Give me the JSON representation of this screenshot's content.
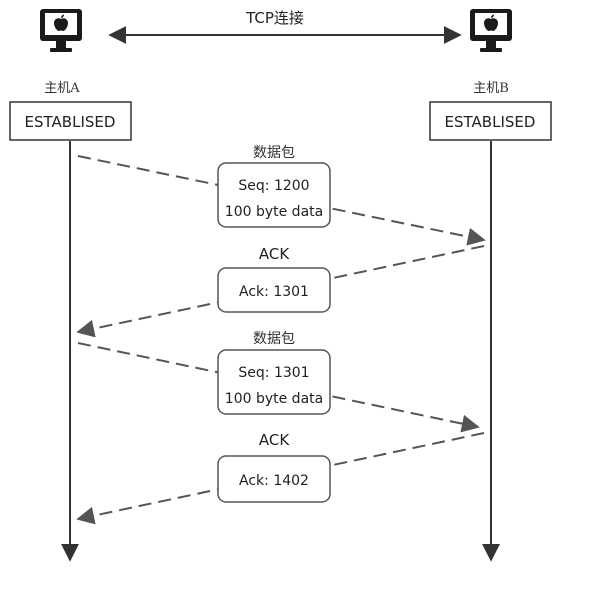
{
  "connection": {
    "label": "TCP连接"
  },
  "hosts": [
    {
      "name": "主机A",
      "state": "ESTABLISED",
      "icon": "computer-icon"
    },
    {
      "name": "主机B",
      "state": "ESTABLISED",
      "icon": "computer-icon"
    }
  ],
  "messages": [
    {
      "caption": "数据包",
      "lines": [
        "Seq: 1200",
        "100 byte data"
      ],
      "direction": "A-to-B"
    },
    {
      "caption": "ACK",
      "lines": [
        "Ack: 1301"
      ],
      "direction": "B-to-A"
    },
    {
      "caption": "数据包",
      "lines": [
        "Seq: 1301",
        "100 byte data"
      ],
      "direction": "A-to-B"
    },
    {
      "caption": "ACK",
      "lines": [
        "Ack: 1402"
      ],
      "direction": "B-to-A"
    }
  ],
  "colors": {
    "line": "#333333",
    "dash": "#555555",
    "box_stroke": "#555555",
    "box_fill": "#ffffff",
    "monitor": "#1a1a1a"
  }
}
